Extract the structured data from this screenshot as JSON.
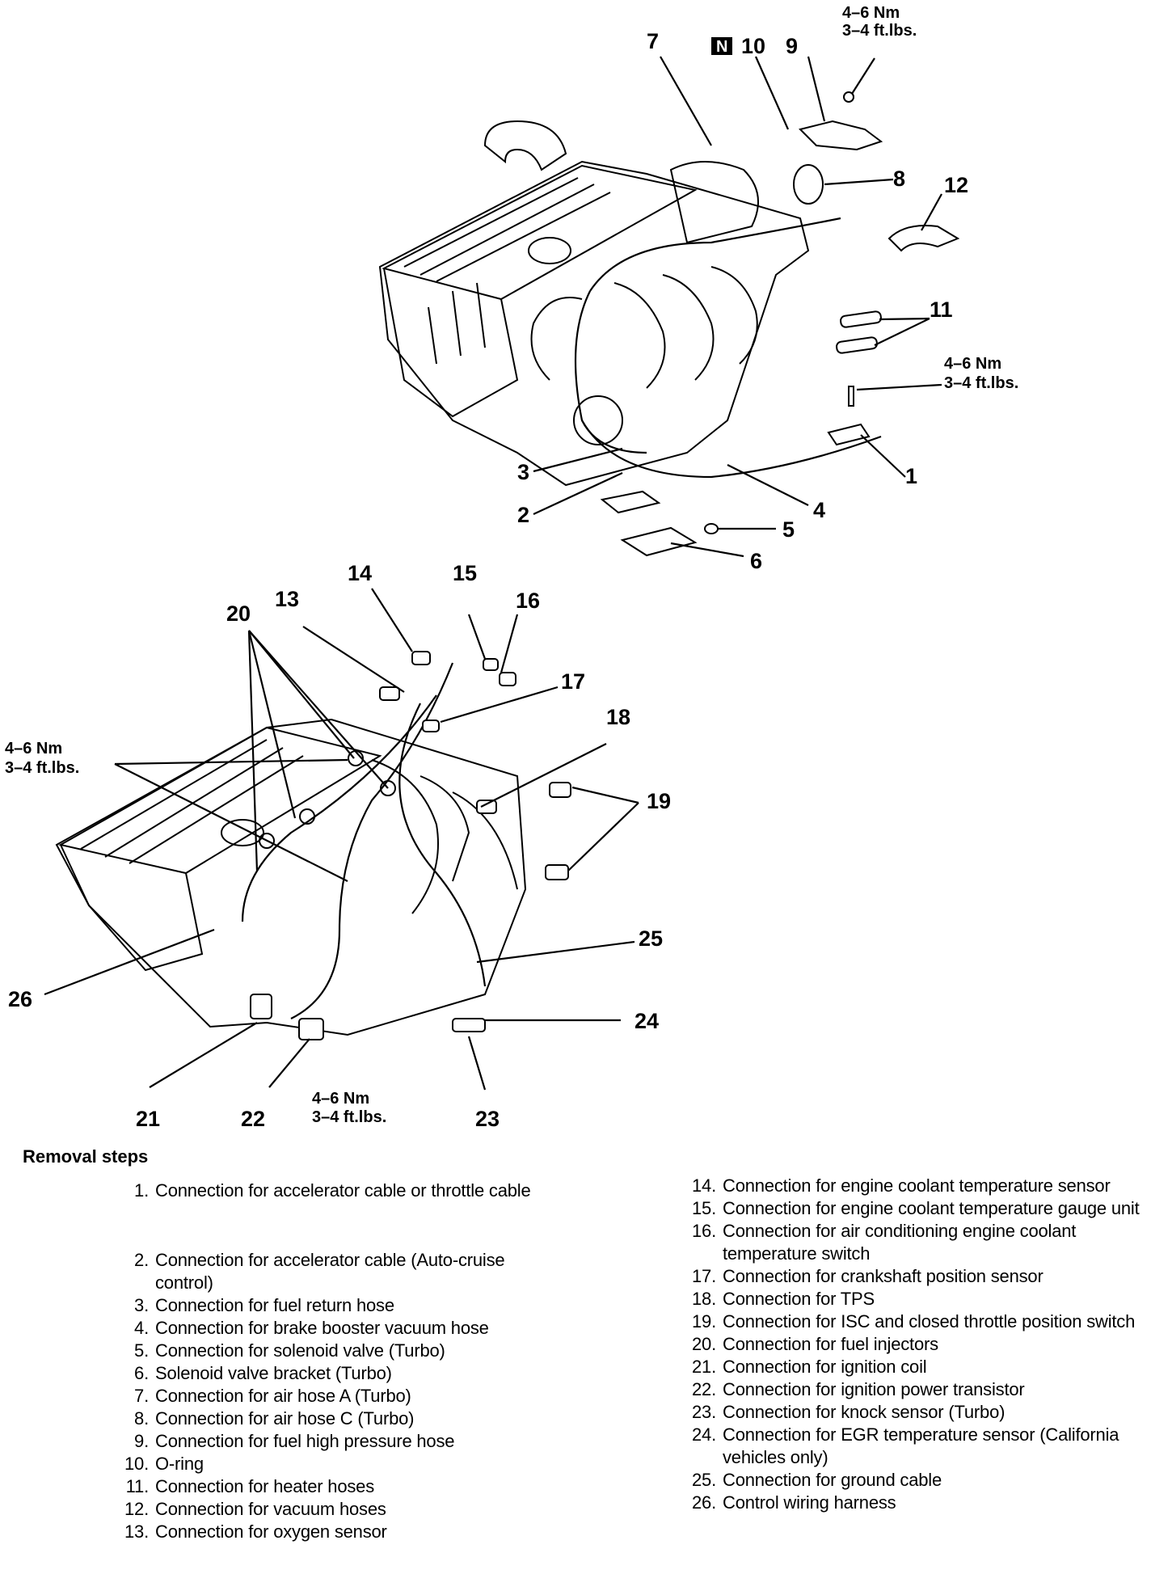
{
  "figure": {
    "callouts_top": [
      "1",
      "2",
      "3",
      "4",
      "5",
      "6",
      "7",
      "8",
      "9",
      "10",
      "11",
      "12"
    ],
    "callouts_bottom": [
      "13",
      "14",
      "15",
      "16",
      "17",
      "18",
      "19",
      "20",
      "21",
      "22",
      "23",
      "24",
      "25",
      "26"
    ],
    "new_part_badge": "N",
    "torque_spec": {
      "nm": "4–6 Nm",
      "ftlbs": "3–4 ft.lbs."
    }
  },
  "legend": {
    "title": "Removal steps",
    "steps": [
      {
        "num": "1.",
        "text": "Connection for accelerator cable or throttle cable"
      },
      {
        "num": "2.",
        "text": "Connection for accelerator cable (Auto-cruise control)"
      },
      {
        "num": "3.",
        "text": "Connection for fuel return hose"
      },
      {
        "num": "4.",
        "text": "Connection for brake booster vacuum hose"
      },
      {
        "num": "5.",
        "text": "Connection for solenoid valve (Turbo)"
      },
      {
        "num": "6.",
        "text": "Solenoid valve bracket (Turbo)"
      },
      {
        "num": "7.",
        "text": "Connection for air hose A (Turbo)"
      },
      {
        "num": "8.",
        "text": "Connection for air hose C (Turbo)"
      },
      {
        "num": "9.",
        "text": "Connection for fuel high pressure hose"
      },
      {
        "num": "10.",
        "text": "O-ring"
      },
      {
        "num": "11.",
        "text": "Connection for heater hoses"
      },
      {
        "num": "12.",
        "text": "Connection for vacuum hoses"
      },
      {
        "num": "13.",
        "text": "Connection for oxygen sensor"
      },
      {
        "num": "14.",
        "text": "Connection for engine coolant temperature sensor"
      },
      {
        "num": "15.",
        "text": "Connection for engine coolant temperature gauge unit"
      },
      {
        "num": "16.",
        "text": "Connection for air conditioning engine coolant temperature switch"
      },
      {
        "num": "17.",
        "text": "Connection for crankshaft position sensor"
      },
      {
        "num": "18.",
        "text": "Connection for TPS"
      },
      {
        "num": "19.",
        "text": "Connection for ISC and closed throttle position switch"
      },
      {
        "num": "20.",
        "text": "Connection for fuel injectors"
      },
      {
        "num": "21.",
        "text": "Connection for ignition coil"
      },
      {
        "num": "22.",
        "text": "Connection for ignition power transistor"
      },
      {
        "num": "23.",
        "text": "Connection for knock sensor (Turbo)"
      },
      {
        "num": "24.",
        "text": "Connection for EGR temperature sensor (California vehicles only)"
      },
      {
        "num": "25.",
        "text": "Connection for ground cable"
      },
      {
        "num": "26.",
        "text": "Control wiring harness"
      }
    ]
  }
}
